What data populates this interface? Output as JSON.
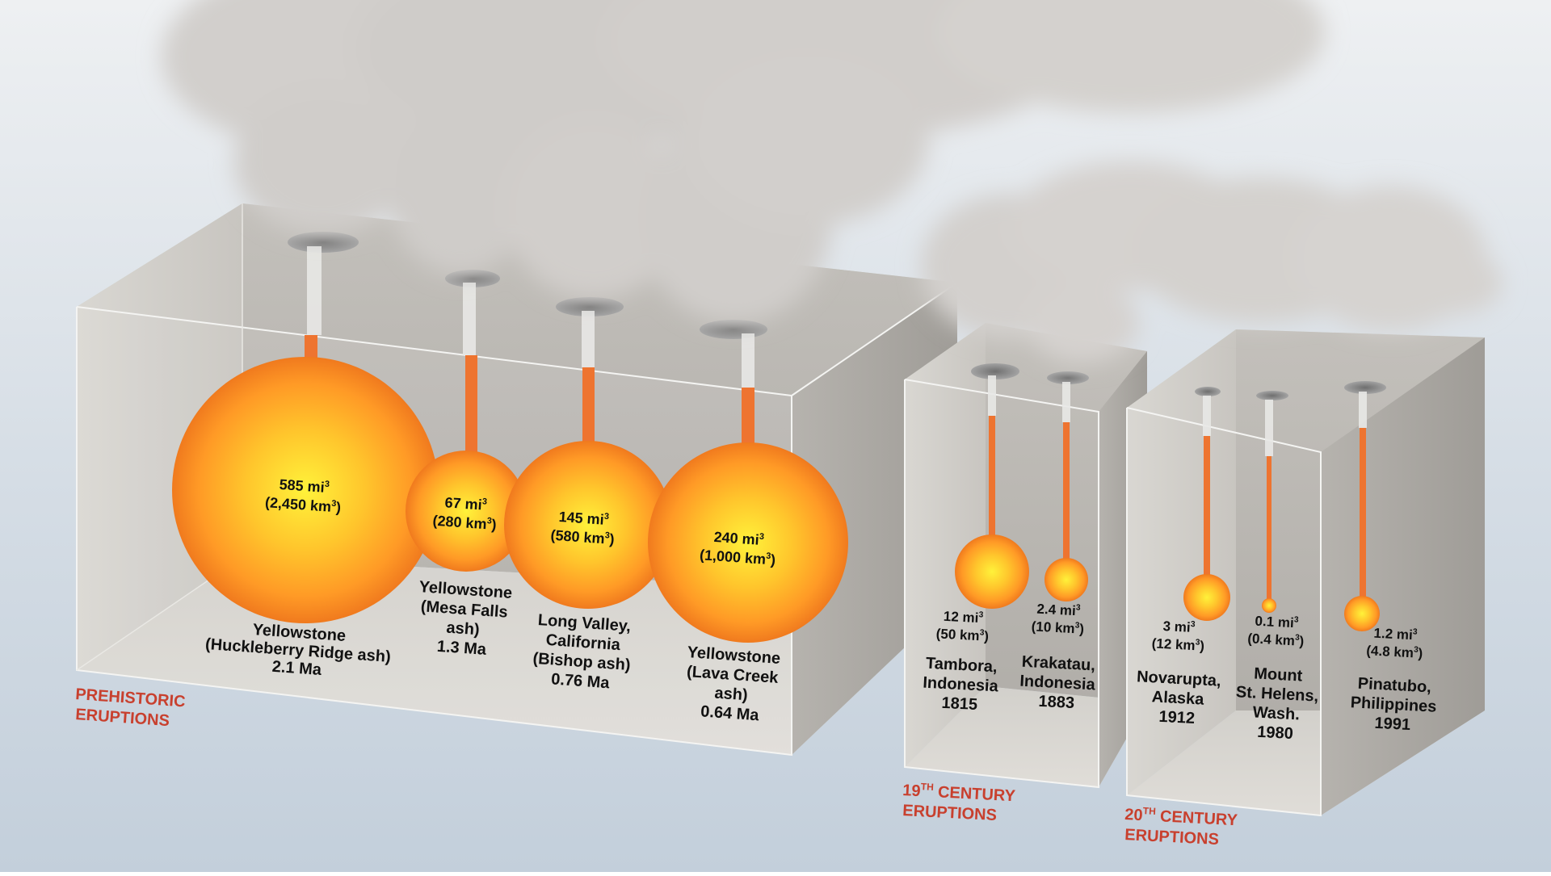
{
  "groups": {
    "prehistoric": {
      "line1": "PREHISTORIC",
      "line2": "ERUPTIONS"
    },
    "century19": {
      "line1a": "19",
      "line1sup": "TH",
      "line1b": " CENTURY",
      "line2": "ERUPTIONS"
    },
    "century20": {
      "line1a": "20",
      "line1sup": "TH",
      "line1b": " CENTURY",
      "line2": "ERUPTIONS"
    }
  },
  "eruptions": [
    {
      "id": "yellowstone-huckleberry",
      "volume_mi3": 585,
      "volume_km3": 2450,
      "vol1": "585 mi",
      "vol2a": "(2,450 km",
      "vol2b": ")",
      "name": [
        "Yellowstone",
        "(Huckleberry Ridge ash)",
        "2.1 Ma"
      ]
    },
    {
      "id": "yellowstone-mesa-falls",
      "volume_mi3": 67,
      "volume_km3": 280,
      "vol1": "67 mi",
      "vol2a": "(280 km",
      "vol2b": ")",
      "name": [
        "Yellowstone",
        "(Mesa Falls",
        "ash)",
        "1.3 Ma"
      ]
    },
    {
      "id": "long-valley",
      "volume_mi3": 145,
      "volume_km3": 580,
      "vol1": "145 mi",
      "vol2a": "(580 km",
      "vol2b": ")",
      "name": [
        "Long Valley,",
        "California",
        "(Bishop ash)",
        "0.76 Ma"
      ]
    },
    {
      "id": "yellowstone-lava-creek",
      "volume_mi3": 240,
      "volume_km3": 1000,
      "vol1": "240 mi",
      "vol2a": "(1,000 km",
      "vol2b": ")",
      "name": [
        "Yellowstone",
        "(Lava Creek",
        "ash)",
        "0.64 Ma"
      ]
    },
    {
      "id": "tambora",
      "volume_mi3": 12,
      "volume_km3": 50,
      "vol1": "12 mi",
      "vol2a": "(50 km",
      "vol2b": ")",
      "name": [
        "Tambora,",
        "Indonesia",
        "1815"
      ]
    },
    {
      "id": "krakatau",
      "volume_mi3": 2.4,
      "volume_km3": 10,
      "vol1": "2.4 mi",
      "vol2a": "(10 km",
      "vol2b": ")",
      "name": [
        "Krakatau,",
        "Indonesia",
        "1883"
      ]
    },
    {
      "id": "novarupta",
      "volume_mi3": 3,
      "volume_km3": 12,
      "vol1": "3 mi",
      "vol2a": "(12 km",
      "vol2b": ")",
      "name": [
        "Novarupta,",
        "Alaska",
        "1912"
      ]
    },
    {
      "id": "mount-st-helens",
      "volume_mi3": 0.1,
      "volume_km3": 0.4,
      "vol1": "0.1 mi",
      "vol2a": "(0.4 km",
      "vol2b": ")",
      "name": [
        "Mount",
        "St. Helens,",
        "Wash.",
        "1980"
      ]
    },
    {
      "id": "pinatubo",
      "volume_mi3": 1.2,
      "volume_km3": 4.8,
      "vol1": "1.2 mi",
      "vol2a": "(4.8 km",
      "vol2b": ")",
      "name": [
        "Pinatubo,",
        "Philippines",
        "1991"
      ]
    }
  ],
  "cube_superscript": "3",
  "colors": {
    "magma_core": "#ffee33",
    "magma_mid": "#ffb12a",
    "magma_edge": "#f0781e",
    "conduit": "#ee7430",
    "label_red": "#c8402e",
    "text": "#111111"
  }
}
